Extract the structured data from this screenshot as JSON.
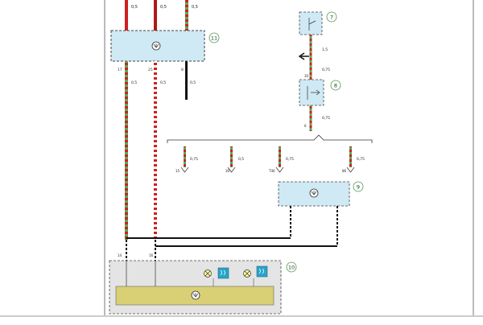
{
  "diagram": {
    "components": {
      "c7": "7",
      "c8": "8",
      "c9": "9",
      "c10": "10",
      "c11": "11"
    },
    "wire_labels": {
      "top_a": "0,5",
      "top_b": "0,5",
      "top_c": "0,5",
      "w1_5": "1,5",
      "w075_a": "0,75",
      "w075_b": "0,75",
      "mid1": "0,75",
      "mid2": "0,5",
      "mid3": "0,75",
      "mid4": "0,75",
      "v1": "0,5",
      "v2": "0,5",
      "v3": "0,5"
    },
    "pin_labels": {
      "p11_1": "17",
      "p11_2": "25",
      "p11_3": "8",
      "p8_top": "30",
      "p8_bot": "6",
      "m1": "15",
      "m2": "30",
      "m3": "T40",
      "m4": "86",
      "b10_1": "14",
      "b10_2": "16"
    },
    "colors": {
      "module_fill": "#cfe9f5",
      "panel_fill": "#e4e4e4",
      "bar_fill": "#d9cf74",
      "wire_red": "#d02020",
      "wire_green": "#2f9b3a",
      "wire_black": "#111111"
    },
    "icons": [
      "transistor-circle-icon",
      "lamp-circle-icon",
      "switch-icon",
      "relay-icon",
      "seat-heater-icon"
    ]
  }
}
